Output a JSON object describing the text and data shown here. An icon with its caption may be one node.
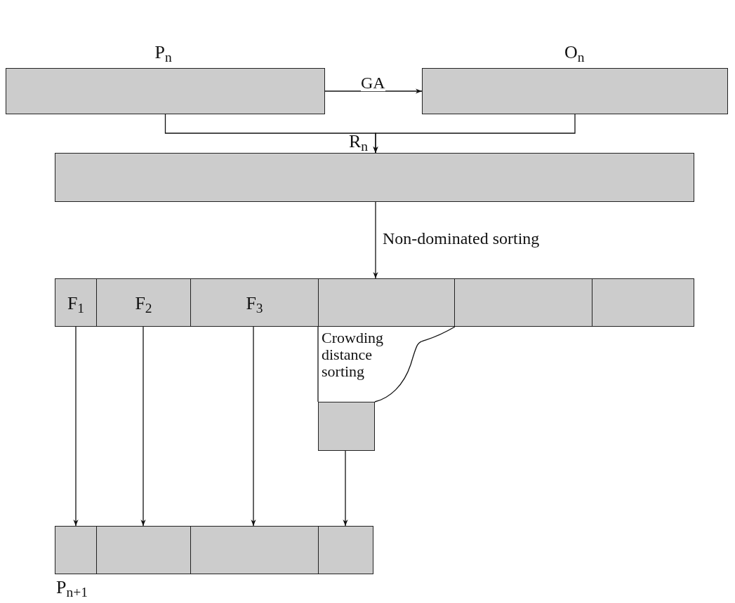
{
  "diagram": {
    "nodes": [
      {
        "text": [
          "P$_{n}$"
        ]
      },
      {
        "text": [
          "O$_{n}$"
        ]
      },
      {
        "text": [
          "R$_{n}$"
        ]
      },
      {
        "text": [
          "F$_{1}$"
        ]
      },
      {
        "text": [
          "F$_{2}$"
        ]
      },
      {
        "text": [
          "F$_{3}$"
        ]
      },
      {
        "text": [],
        "shape": "box"
      },
      {
        "text": [],
        "shape": "box"
      },
      {
        "text": [],
        "shape": "box"
      },
      {
        "text": [],
        "shape": "box"
      },
      {
        "text": [
          "P$_{n+1}$"
        ]
      },
      {
        "text": [],
        "shape": "box",
        "in": 10
      },
      {
        "text": [],
        "shape": "box",
        "in": 10
      },
      {
        "text": [],
        "shape": "box",
        "in": 10
      },
      {
        "text": [],
        "shape": "box",
        "in": 10
      }
    ],
    "edges": [
      {
        "from": 0,
        "to": 1,
        "arrow": "to",
        "label": "GA"
      },
      {
        "from": 0,
        "to": 2,
        "arrow": "to"
      },
      {
        "from": 1,
        "to": 2,
        "arrow": "to"
      },
      {
        "from": 2,
        "to": 6,
        "arrow": "to",
        "label": "Non-dominated sorting"
      },
      {
        "from": 6,
        "to": 9,
        "arrow": "none"
      },
      {
        "from": 6,
        "to": 9,
        "arrow": "none"
      },
      {
        "from": 3,
        "to": 11,
        "arrow": "to"
      },
      {
        "from": 4,
        "to": 12,
        "arrow": "to"
      },
      {
        "from": 5,
        "to": 13,
        "arrow": "to"
      },
      {
        "from": 9,
        "to": 14,
        "arrow": "to"
      }
    ],
    "labels": [
      "Crowding distance sorting"
    ]
  }
}
